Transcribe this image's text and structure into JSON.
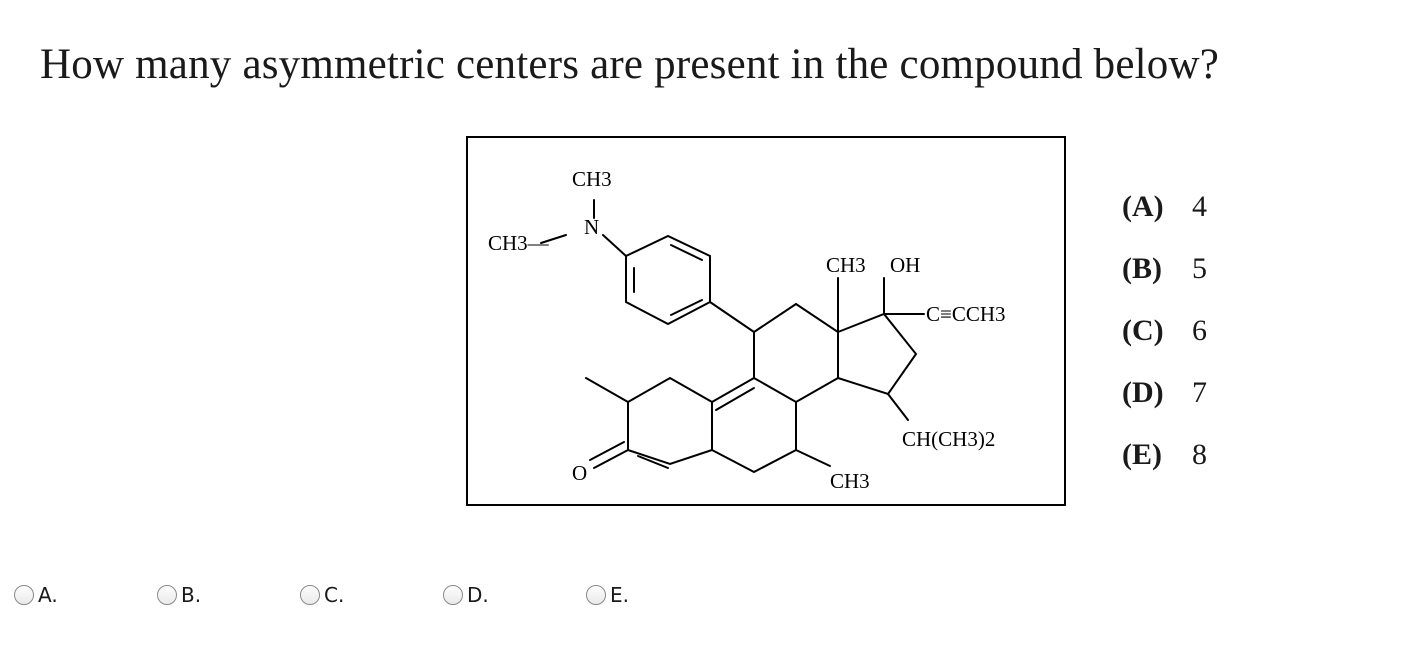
{
  "question": {
    "text": "How many asymmetric centers are present in the compound below?"
  },
  "structure": {
    "labels": {
      "ch3_top": "CH3",
      "n": "N",
      "ch3_left": "CH3—",
      "ch3_oh_ch3": "CH3",
      "oh": "OH",
      "alkyne": "C≡CCH3",
      "isopropyl": "CH(CH3)2",
      "ch3_bottom": "CH3",
      "oxygen": "O"
    }
  },
  "answer_key": [
    {
      "letter": "(A)",
      "value": "4"
    },
    {
      "letter": "(B)",
      "value": "5"
    },
    {
      "letter": "(C)",
      "value": "6"
    },
    {
      "letter": "(D)",
      "value": "7"
    },
    {
      "letter": "(E)",
      "value": "8"
    }
  ],
  "answers": [
    {
      "label": "A."
    },
    {
      "label": "B."
    },
    {
      "label": "C."
    },
    {
      "label": "D."
    },
    {
      "label": "E."
    }
  ]
}
